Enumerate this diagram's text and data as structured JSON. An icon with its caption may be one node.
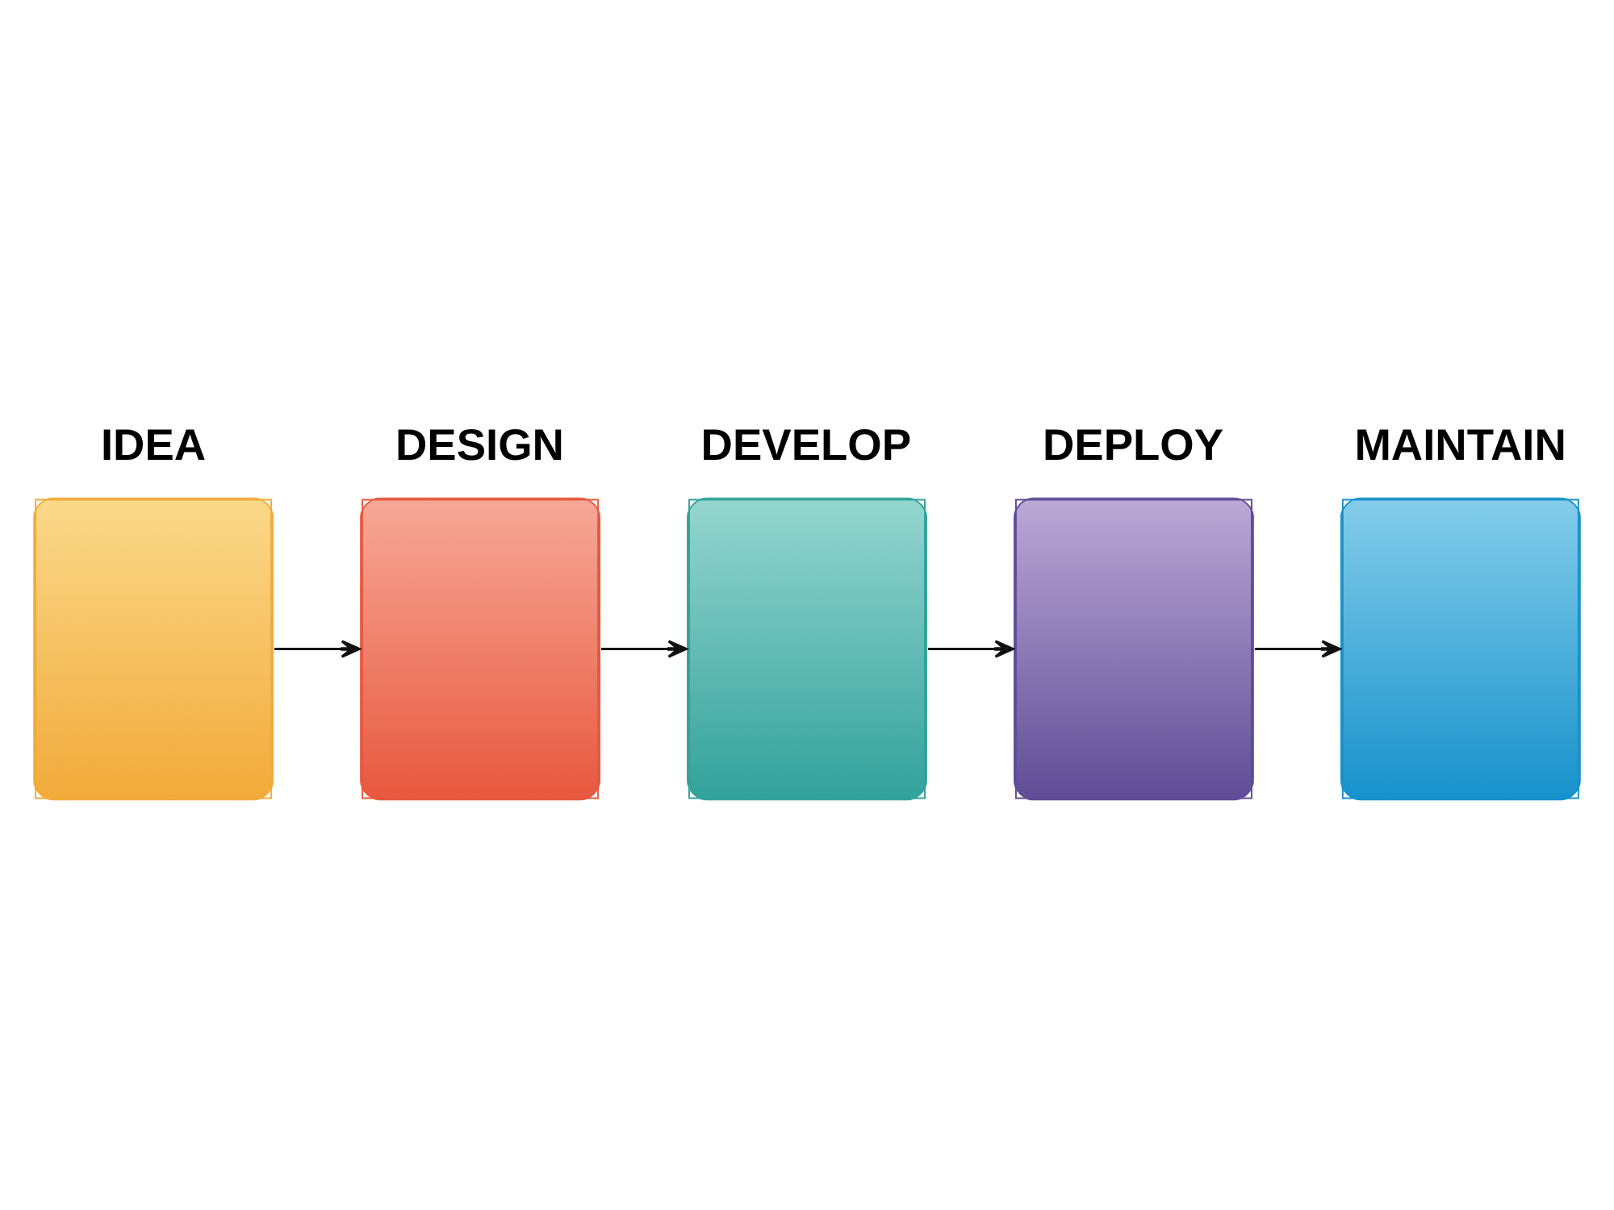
{
  "diagram": {
    "nodes": [
      {
        "text": [
          "IDEA"
        ]
      },
      {
        "text": [
          "DESIGN"
        ]
      },
      {
        "text": [
          "DEVELOP"
        ]
      },
      {
        "text": [
          "DEPLOY"
        ]
      },
      {
        "text": [
          "MAINTAIN"
        ]
      }
    ],
    "edges": [
      {
        "from": 0,
        "to": 1,
        "arrow": "to"
      },
      {
        "from": 1,
        "to": 2,
        "arrow": "to"
      },
      {
        "from": 2,
        "to": 3,
        "arrow": "to"
      },
      {
        "from": 3,
        "to": 4,
        "arrow": "to"
      }
    ]
  }
}
